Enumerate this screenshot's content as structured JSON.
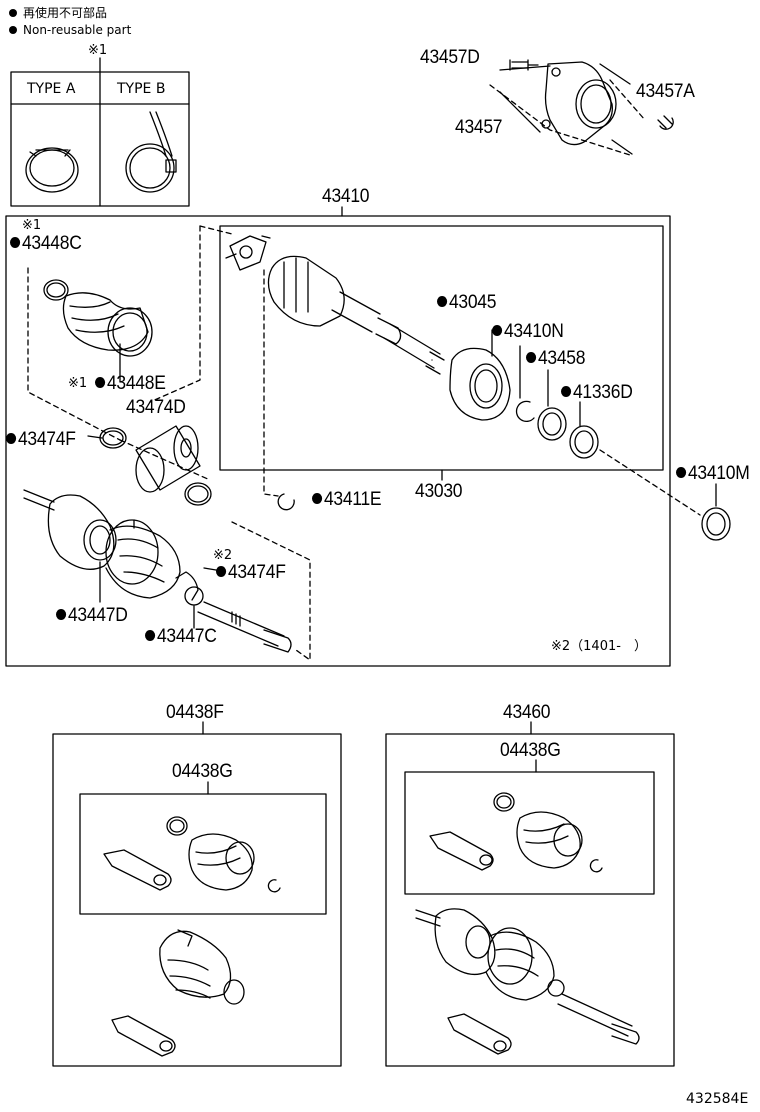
{
  "legend": {
    "line1": "再使用不可部品",
    "line2": "Non-reusable part"
  },
  "clamp_types": {
    "marker": "※1",
    "type_a": "TYPE A",
    "type_b": "TYPE B"
  },
  "labels": {
    "p43457D": "43457D",
    "p43457A": "43457A",
    "p43457": "43457",
    "p43410": "43410",
    "p43448C_mark": "※1",
    "p43448C": "43448C",
    "p43448E_mark": "※1",
    "p43448E": "43448E",
    "p43474D": "43474D",
    "p43474F_left": "43474F",
    "p43474F_right_mark": "※2",
    "p43474F_right": "43474F",
    "p43447D": "43447D",
    "p43447C": "43447C",
    "p43045": "43045",
    "p43410N": "43410N",
    "p43458": "43458",
    "p41336D": "41336D",
    "p43411E": "43411E",
    "p43030": "43030",
    "p43410M": "43410M",
    "note2": "※2（1401-　）",
    "p04438F": "04438F",
    "p04438G_left": "04438G",
    "p43460": "43460",
    "p04438G_right": "04438G"
  },
  "ref_code": "432584E"
}
